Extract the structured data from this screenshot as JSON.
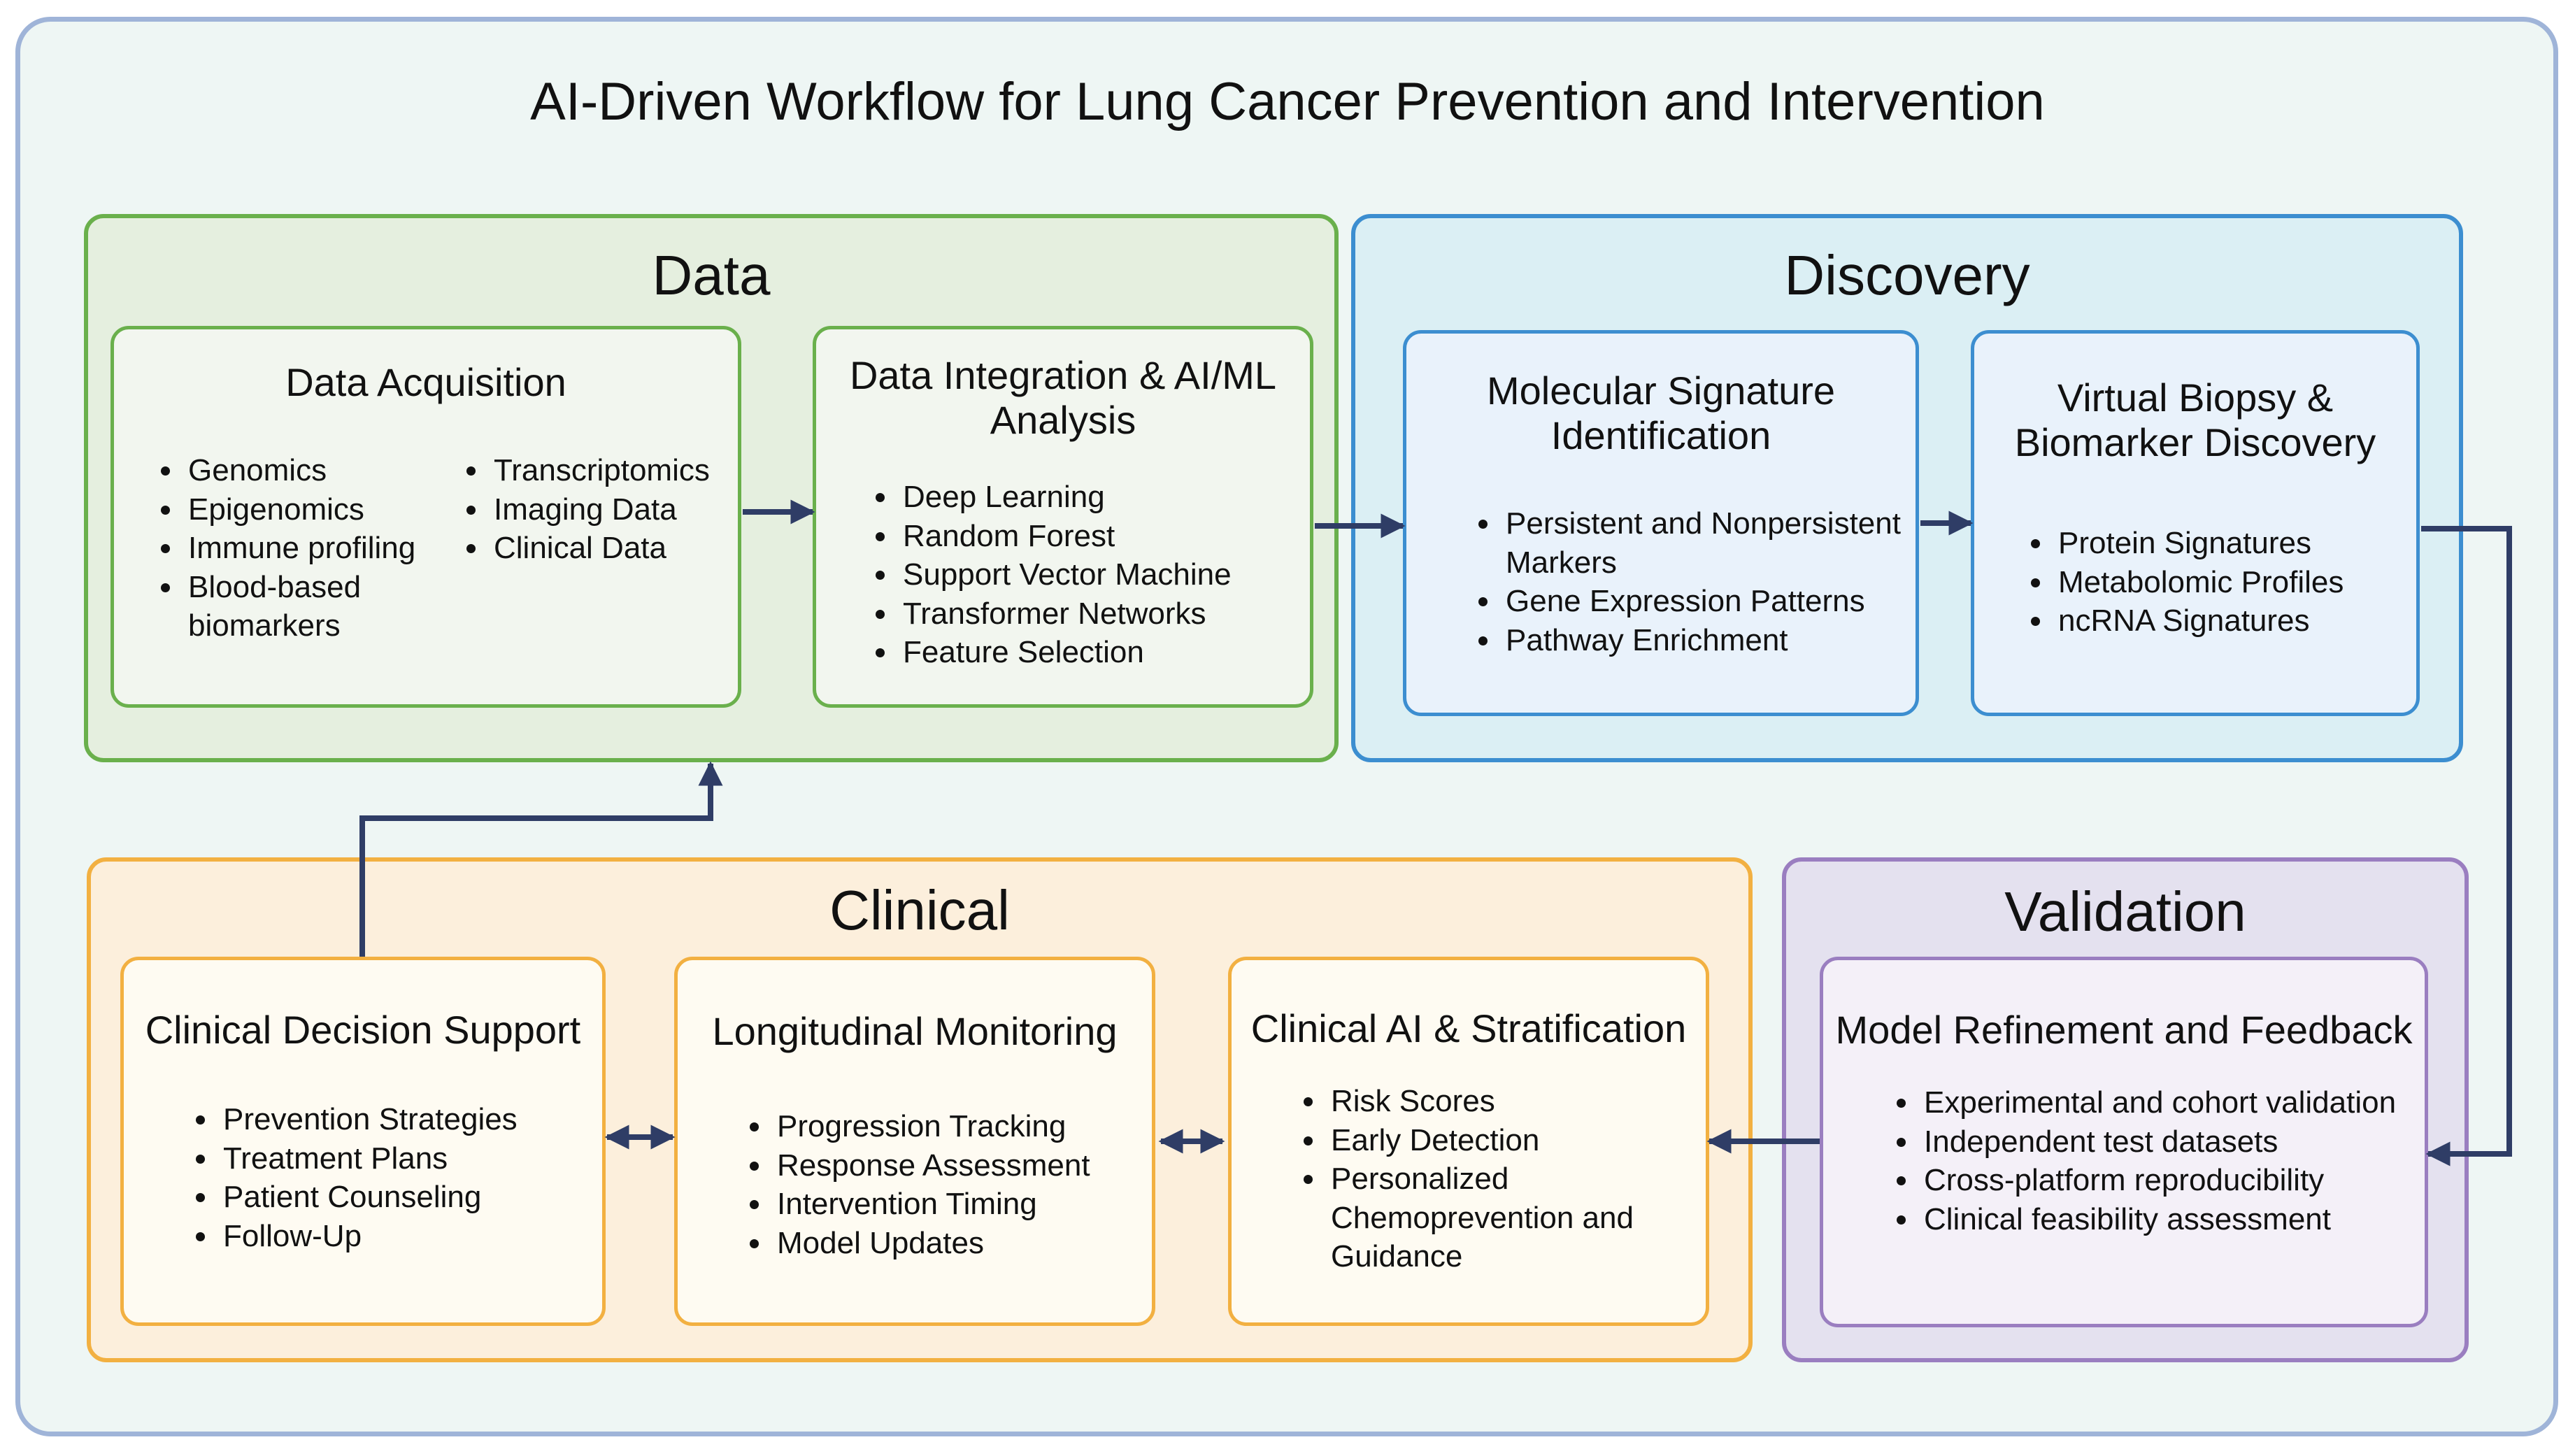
{
  "title": "AI-Driven Workflow for Lung Cancer Prevention and Intervention",
  "panels": {
    "data": "Data",
    "discovery": "Discovery",
    "clinical": "Clinical",
    "validation": "Validation"
  },
  "boxes": {
    "data_acquisition": {
      "title": "Data Acquisition",
      "col1": [
        "Genomics",
        "Epigenomics",
        "Immune profiling",
        "Blood-based biomarkers"
      ],
      "col2": [
        "Transcriptomics",
        "Imaging Data",
        "Clinical Data"
      ]
    },
    "data_integration": {
      "title": "Data Integration & AI/ML Analysis",
      "items": [
        "Deep Learning",
        "Random Forest",
        "Support Vector Machine",
        "Transformer Networks",
        "Feature Selection"
      ]
    },
    "molecular_signature": {
      "title": "Molecular Signature Identification",
      "items": [
        "Persistent and Nonpersistent Markers",
        "Gene Expression Patterns",
        "Pathway Enrichment"
      ]
    },
    "virtual_biopsy": {
      "title": "Virtual Biopsy & Biomarker Discovery",
      "items": [
        "Protein Signatures",
        "Metabolomic Profiles",
        "ncRNA Signatures"
      ]
    },
    "clinical_decision": {
      "title": "Clinical Decision Support",
      "items": [
        "Prevention Strategies",
        "Treatment Plans",
        "Patient Counseling",
        "Follow-Up"
      ]
    },
    "longitudinal": {
      "title": "Longitudinal Monitoring",
      "items": [
        "Progression Tracking",
        "Response Assessment",
        "Intervention Timing",
        "Model Updates"
      ]
    },
    "clinical_ai": {
      "title": "Clinical AI & Stratification",
      "items": [
        "Risk Scores",
        "Early Detection",
        "Personalized Chemoprevention and Guidance"
      ]
    },
    "model_refinement": {
      "title": "Model Refinement and Feedback",
      "items": [
        "Experimental and cohort validation",
        "Independent test datasets",
        "Cross-platform reproducibility",
        "Clinical feasibility assessment"
      ]
    }
  },
  "colors": {
    "arrow": "#2f3d66",
    "data": "#6ab04c",
    "discovery": "#3c8ed0",
    "clinical": "#f2b041",
    "validation": "#9a7ec0"
  }
}
